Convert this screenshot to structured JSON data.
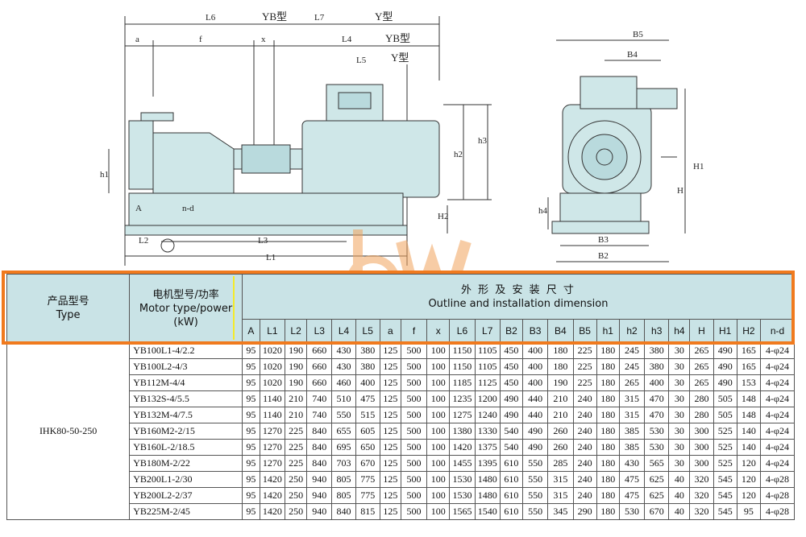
{
  "drawing": {
    "labels": {
      "L6": "L6",
      "YB_type_1": "YB型",
      "L7": "L7",
      "Y_type_1": "Y型",
      "a": "a",
      "f": "f",
      "x": "x",
      "L4": "L4",
      "YB_type_2": "YB型",
      "L5": "L5",
      "Y_type_2": "Y型",
      "h1": "h1",
      "h2": "h2",
      "h3": "h3",
      "A": "A",
      "n_d": "n-d",
      "H2": "H2",
      "L2": "L2",
      "L3": "L3",
      "L1": "L1",
      "B5": "B5",
      "B4": "B4",
      "H1": "H1",
      "H": "H",
      "h4": "h4",
      "B3": "B3",
      "B2": "B2"
    }
  },
  "table": {
    "header": {
      "product_cn": "产品型号",
      "product_en": "Type",
      "motor_cn": "电机型号/功率",
      "motor_en": "Motor type/power",
      "motor_unit": "(kW)",
      "dim_cn": "外 形 及 安 装 尺 寸",
      "dim_en": "Outline and installation dimension",
      "columns": [
        "A",
        "L1",
        "L2",
        "L3",
        "L4",
        "L5",
        "a",
        "f",
        "x",
        "L6",
        "L7",
        "B2",
        "B3",
        "B4",
        "B5",
        "h1",
        "h2",
        "h3",
        "h4",
        "H",
        "H1",
        "H2",
        "n-d"
      ]
    },
    "product": "IHK80-50-250",
    "rows": [
      {
        "motor": "YB100L1-4/2.2",
        "v": [
          "95",
          "1020",
          "190",
          "660",
          "430",
          "380",
          "125",
          "500",
          "100",
          "1150",
          "1105",
          "450",
          "400",
          "180",
          "225",
          "180",
          "245",
          "380",
          "30",
          "265",
          "490",
          "165",
          "4-φ24"
        ]
      },
      {
        "motor": "YB100L2-4/3",
        "v": [
          "95",
          "1020",
          "190",
          "660",
          "430",
          "380",
          "125",
          "500",
          "100",
          "1150",
          "1105",
          "450",
          "400",
          "180",
          "225",
          "180",
          "245",
          "380",
          "30",
          "265",
          "490",
          "165",
          "4-φ24"
        ]
      },
      {
        "motor": "YB112M-4/4",
        "v": [
          "95",
          "1020",
          "190",
          "660",
          "460",
          "400",
          "125",
          "500",
          "100",
          "1185",
          "1125",
          "450",
          "400",
          "190",
          "225",
          "180",
          "265",
          "400",
          "30",
          "265",
          "490",
          "153",
          "4-φ24"
        ]
      },
      {
        "motor": "YB132S-4/5.5",
        "v": [
          "95",
          "1140",
          "210",
          "740",
          "510",
          "475",
          "125",
          "500",
          "100",
          "1235",
          "1200",
          "490",
          "440",
          "210",
          "240",
          "180",
          "315",
          "470",
          "30",
          "280",
          "505",
          "148",
          "4-φ24"
        ]
      },
      {
        "motor": "YB132M-4/7.5",
        "v": [
          "95",
          "1140",
          "210",
          "740",
          "550",
          "515",
          "125",
          "500",
          "100",
          "1275",
          "1240",
          "490",
          "440",
          "210",
          "240",
          "180",
          "315",
          "470",
          "30",
          "280",
          "505",
          "148",
          "4-φ24"
        ]
      },
      {
        "motor": "YB160M2-2/15",
        "v": [
          "95",
          "1270",
          "225",
          "840",
          "655",
          "605",
          "125",
          "500",
          "100",
          "1380",
          "1330",
          "540",
          "490",
          "260",
          "240",
          "180",
          "385",
          "530",
          "30",
          "300",
          "525",
          "140",
          "4-φ24"
        ]
      },
      {
        "motor": "YB160L-2/18.5",
        "v": [
          "95",
          "1270",
          "225",
          "840",
          "695",
          "650",
          "125",
          "500",
          "100",
          "1420",
          "1375",
          "540",
          "490",
          "260",
          "240",
          "180",
          "385",
          "530",
          "30",
          "300",
          "525",
          "140",
          "4-φ24"
        ]
      },
      {
        "motor": "YB180M-2/22",
        "v": [
          "95",
          "1270",
          "225",
          "840",
          "703",
          "670",
          "125",
          "500",
          "100",
          "1455",
          "1395",
          "610",
          "550",
          "285",
          "240",
          "180",
          "430",
          "565",
          "30",
          "300",
          "525",
          "120",
          "4-φ24"
        ]
      },
      {
        "motor": "YB200L1-2/30",
        "v": [
          "95",
          "1420",
          "250",
          "940",
          "805",
          "775",
          "125",
          "500",
          "100",
          "1530",
          "1480",
          "610",
          "550",
          "315",
          "240",
          "180",
          "475",
          "625",
          "40",
          "320",
          "545",
          "120",
          "4-φ28"
        ]
      },
      {
        "motor": "YB200L2-2/37",
        "v": [
          "95",
          "1420",
          "250",
          "940",
          "805",
          "775",
          "125",
          "500",
          "100",
          "1530",
          "1480",
          "610",
          "550",
          "315",
          "240",
          "180",
          "475",
          "625",
          "40",
          "320",
          "545",
          "120",
          "4-φ28"
        ]
      },
      {
        "motor": "YB225M-2/45",
        "v": [
          "95",
          "1420",
          "250",
          "940",
          "840",
          "815",
          "125",
          "500",
          "100",
          "1565",
          "1540",
          "610",
          "550",
          "345",
          "290",
          "180",
          "530",
          "670",
          "40",
          "320",
          "545",
          "95",
          "4-φ28"
        ]
      }
    ]
  },
  "colors": {
    "header_bg": "#c9e3e6",
    "highlight": "#f07a1e",
    "divider": "#f4ea2a",
    "machine_fill": "#cfe7e8"
  }
}
